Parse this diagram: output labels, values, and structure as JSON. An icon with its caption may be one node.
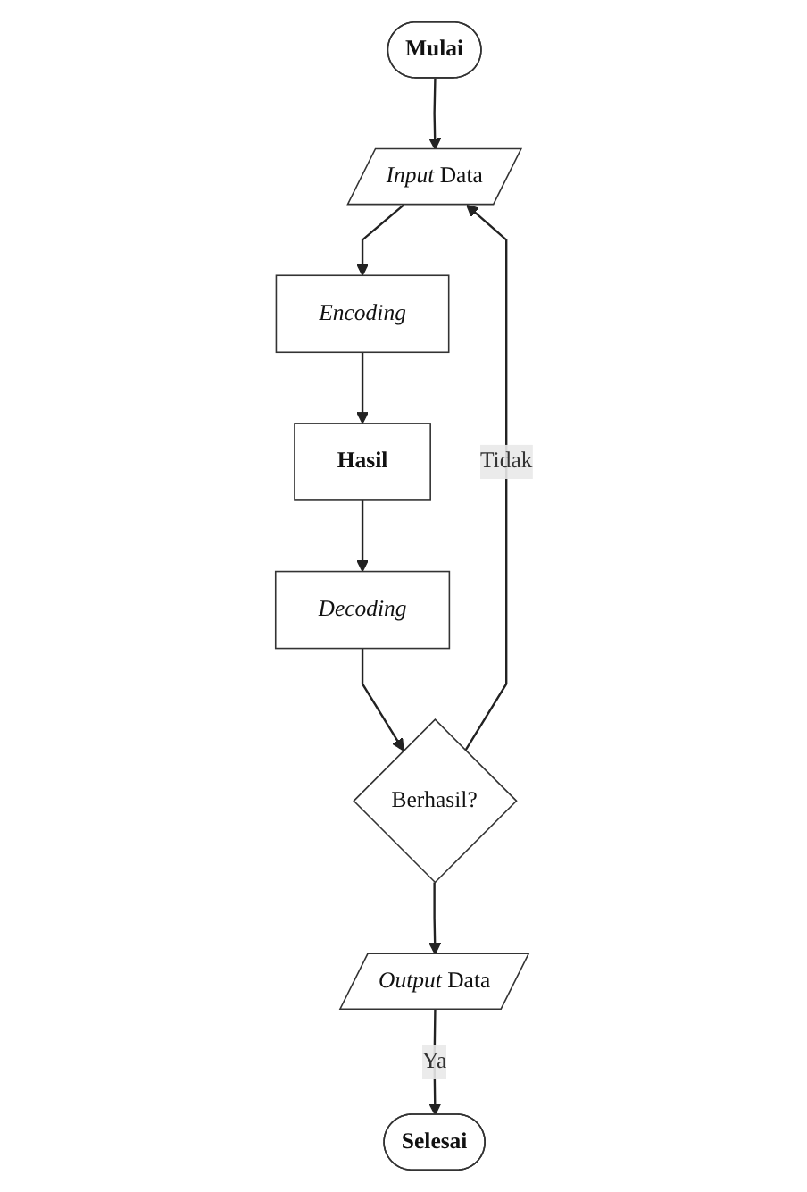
{
  "diagram": {
    "nodes": [
      {
        "text": [
          "Mulai"
        ]
      },
      {
        "text": [
          "*Input* Data"
        ]
      },
      {
        "text": [
          "Encoding"
        ]
      },
      {
        "text": [
          "Hasil"
        ]
      },
      {
        "text": [
          "Decoding"
        ]
      },
      {
        "text": [
          "Berhasil?"
        ]
      },
      {
        "text": [
          "*Output* Data"
        ]
      },
      {
        "text": [
          "Selesai"
        ]
      }
    ],
    "edges": [
      {
        "from": 0,
        "to": 1,
        "arrow": "to"
      },
      {
        "from": 1,
        "to": 2,
        "arrow": "to"
      },
      {
        "from": 2,
        "to": 3,
        "arrow": "to"
      },
      {
        "from": 3,
        "to": 4,
        "arrow": "to"
      },
      {
        "from": 4,
        "to": 5,
        "arrow": "to"
      },
      {
        "from": 5,
        "to": 1,
        "arrow": "to",
        "label": "Tidak"
      },
      {
        "from": 5,
        "to": 6,
        "arrow": "to"
      },
      {
        "from": 6,
        "to": 7,
        "arrow": "to",
        "label": "Ya"
      }
    ]
  }
}
